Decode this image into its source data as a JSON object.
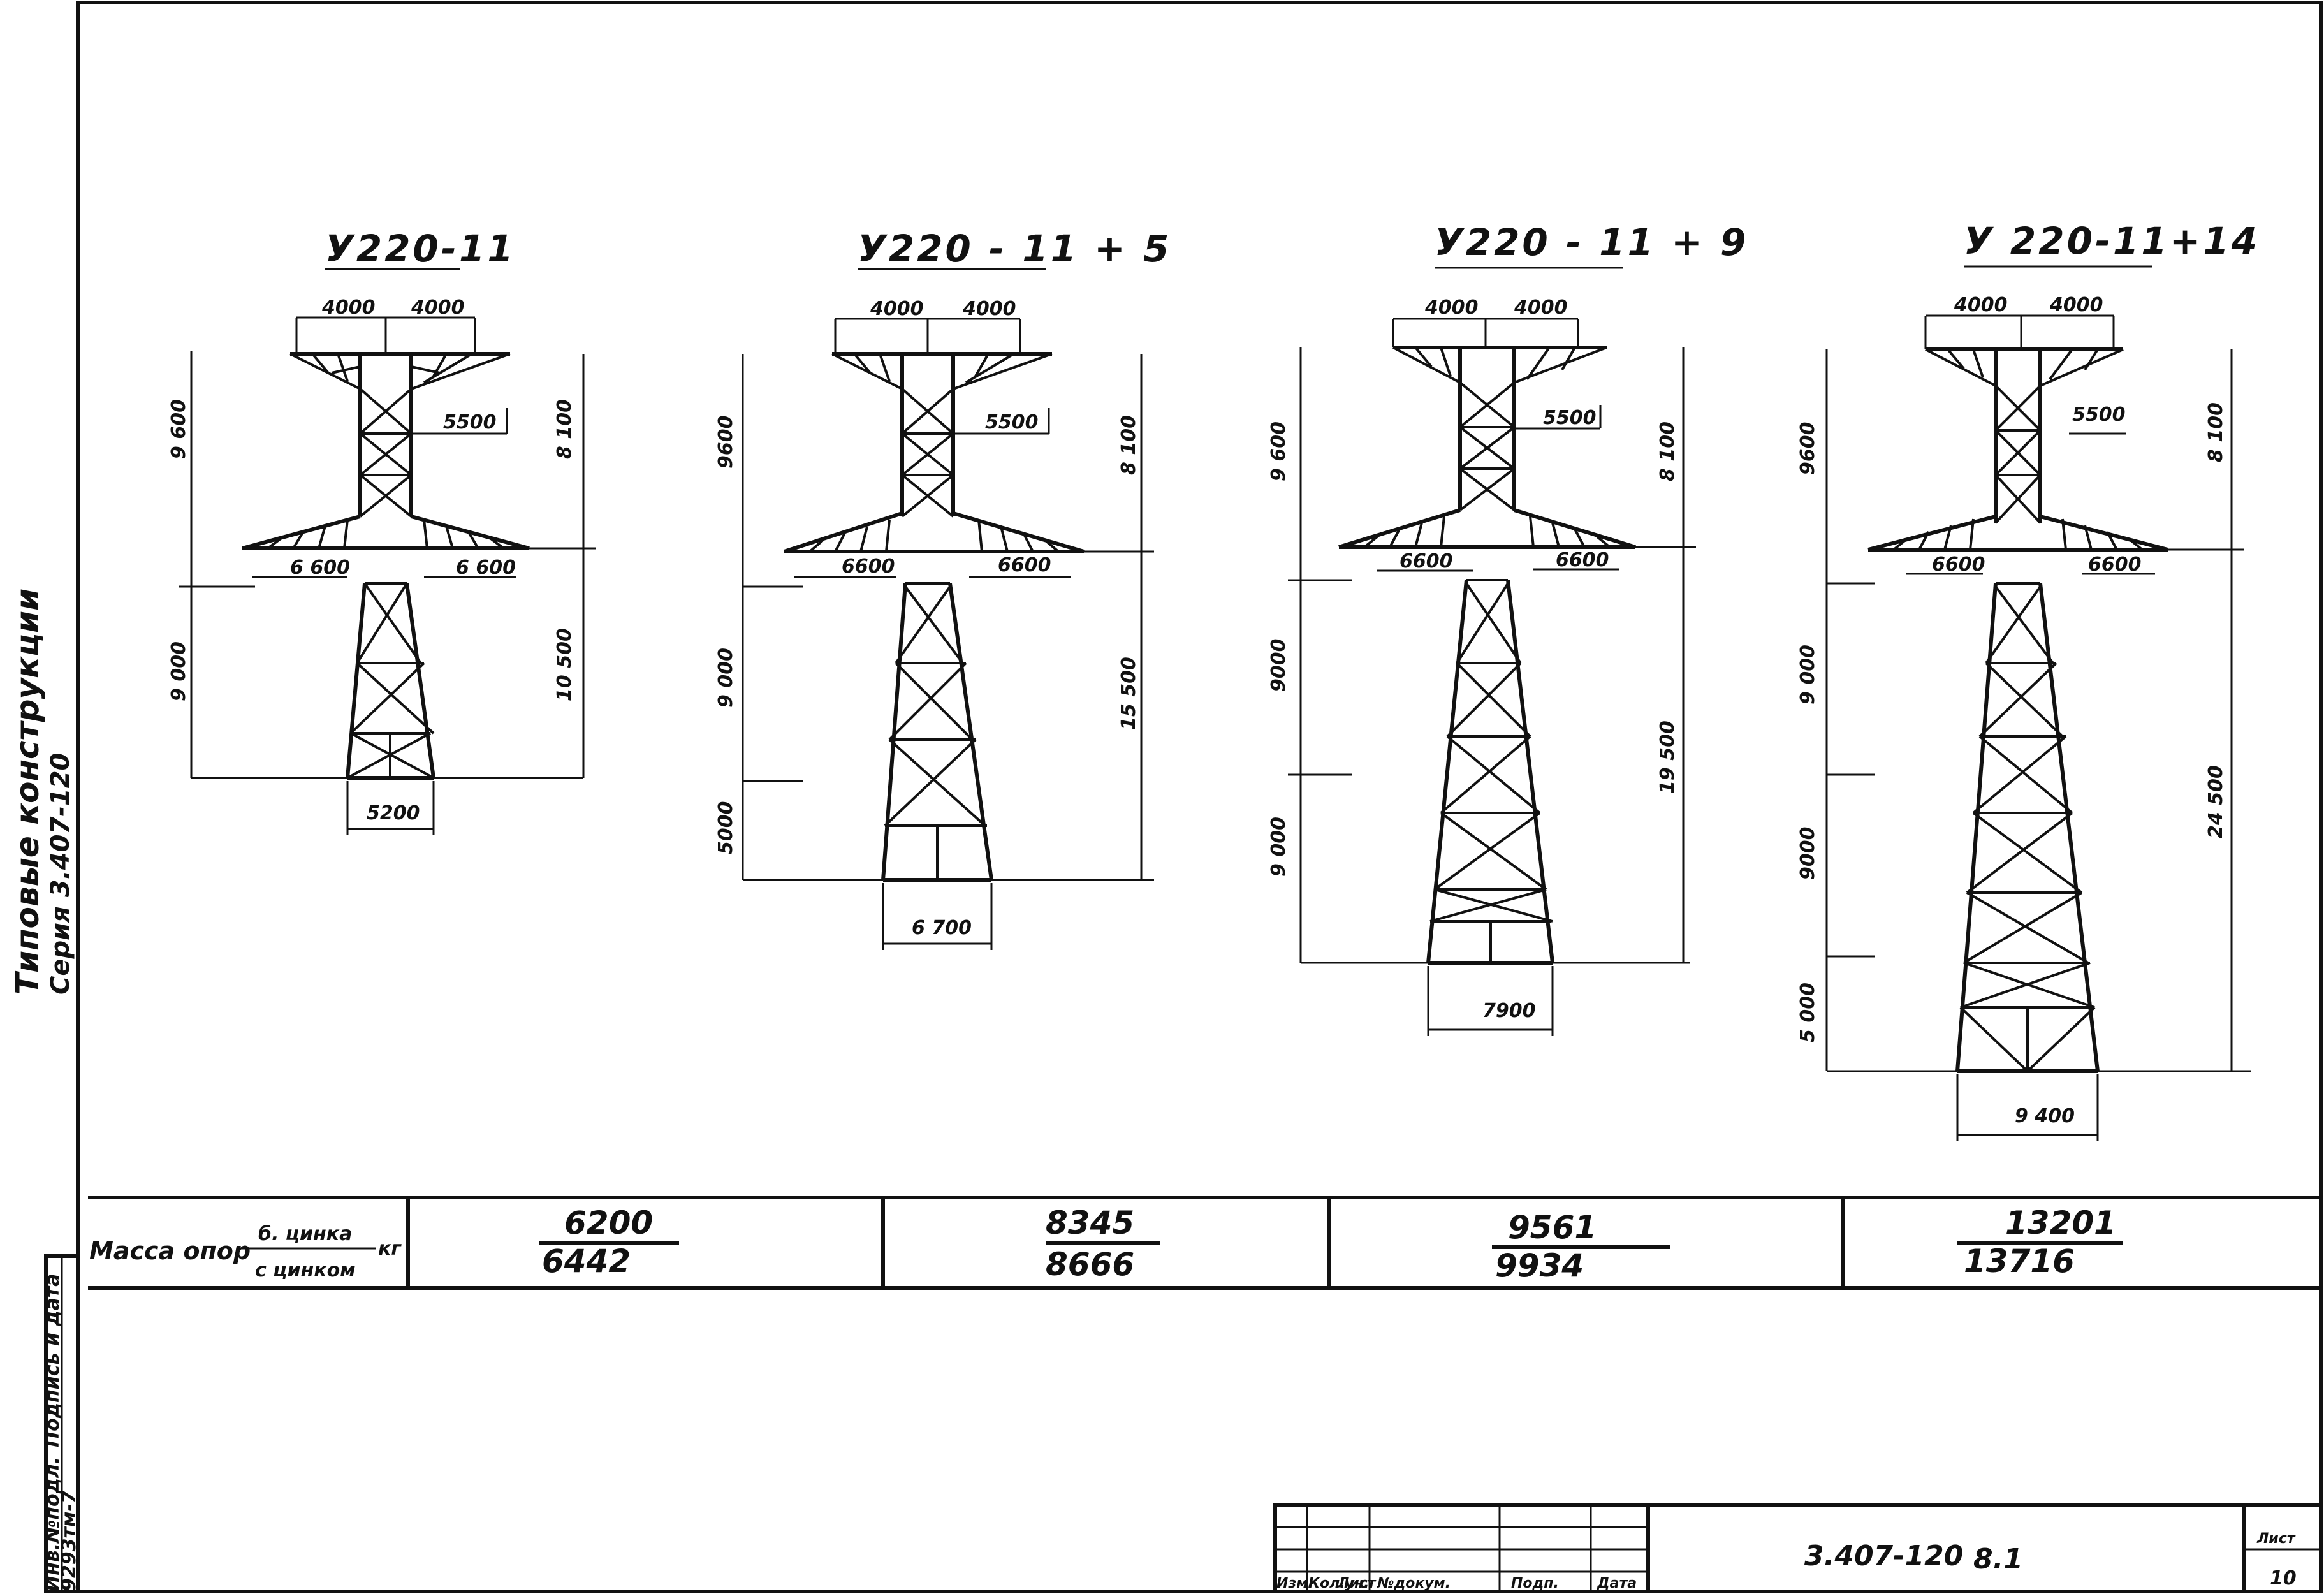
{
  "sheet": {
    "side_text_line1": "Типовые конструкции",
    "side_text_line2": "Серия 3.407-120",
    "stamp_col1": "Инв.№подл.",
    "stamp_col2": "Подпись и дата",
    "stamp_value": "9293тм-7"
  },
  "towers": [
    {
      "title": "У220-11",
      "top_left": "4000",
      "top_right": "4000",
      "crossarm": "5500",
      "lower_left": "6 600",
      "lower_right": "6 600",
      "left_top_height": "9 600",
      "left_mid_height": "9 000",
      "left_lower_height": "",
      "left_base_height": "",
      "right_top_height": "8 100",
      "right_bottom_height": "10 500",
      "base_width": "5200"
    },
    {
      "title": "У220 - 11 + 5",
      "top_left": "4000",
      "top_right": "4000",
      "crossarm": "5500",
      "lower_left": "6600",
      "lower_right": "6600",
      "left_top_height": "9600",
      "left_mid_height": "9 000",
      "left_lower_height": "5000",
      "left_base_height": "",
      "right_top_height": "8 100",
      "right_bottom_height": "15 500",
      "base_width": "6 700"
    },
    {
      "title": "У220 - 11 + 9",
      "top_left": "4000",
      "top_right": "4000",
      "crossarm": "5500",
      "lower_left": "6600",
      "lower_right": "6600",
      "left_top_height": "9 600",
      "left_mid_height": "9000",
      "left_lower_height": "9 000",
      "left_base_height": "",
      "right_top_height": "8 100",
      "right_bottom_height": "19 500",
      "base_width": "7900"
    },
    {
      "title": "У 220-11+14",
      "top_left": "4000",
      "top_right": "4000",
      "crossarm": "5500",
      "lower_left": "6600",
      "lower_right": "6600",
      "left_top_height": "9600",
      "left_mid_height": "9 000",
      "left_lower_height": "9000",
      "left_base_height": "5 000",
      "right_top_height": "8 100",
      "right_bottom_height": "24 500",
      "base_width": "9 400"
    }
  ],
  "mass_row": {
    "label": "Масса опор",
    "top_unit": "б. цинка",
    "bottom_unit": "с цинком",
    "kg": "кг",
    "values": [
      {
        "top": "6200",
        "bottom": "6442"
      },
      {
        "top": "8345",
        "bottom": "8666"
      },
      {
        "top": "9561",
        "bottom": "9934"
      },
      {
        "top": "13201",
        "bottom": "13716"
      }
    ]
  },
  "title_block": {
    "headers": [
      "Изм.",
      "Кол.уч.",
      "Лист",
      "№докум.",
      "Подп.",
      "Дата"
    ],
    "series": "3.407-120",
    "section": "8.1",
    "sheet_label": "Лист",
    "sheet_number": "10"
  }
}
